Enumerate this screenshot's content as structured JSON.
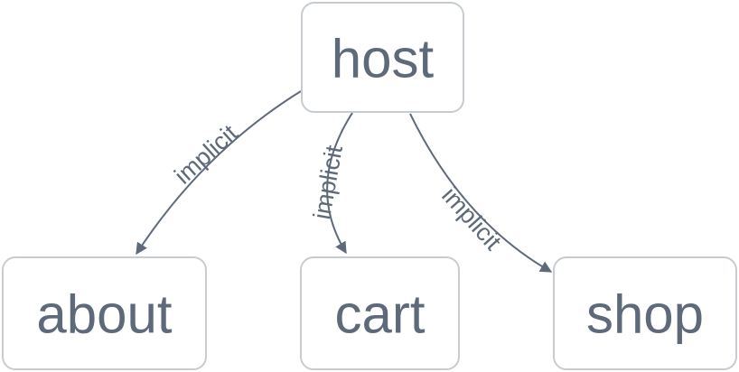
{
  "graph": {
    "type": "dependency-graph",
    "nodes": [
      {
        "id": "host",
        "label": "host"
      },
      {
        "id": "about",
        "label": "about"
      },
      {
        "id": "cart",
        "label": "cart"
      },
      {
        "id": "shop",
        "label": "shop"
      }
    ],
    "edges": [
      {
        "from": "host",
        "to": "about",
        "label": "implicit"
      },
      {
        "from": "host",
        "to": "cart",
        "label": "implicit"
      },
      {
        "from": "host",
        "to": "shop",
        "label": "implicit"
      }
    ]
  },
  "colors": {
    "canvas_background": "#ffffff",
    "node_background": "#ffffff",
    "node_border": "#c7ccd1",
    "node_text": "#5e6a7a",
    "edge_line": "#5e6a7a",
    "edge_label_text": "#5e6a7a",
    "arrowhead": "#5e6a7a"
  }
}
